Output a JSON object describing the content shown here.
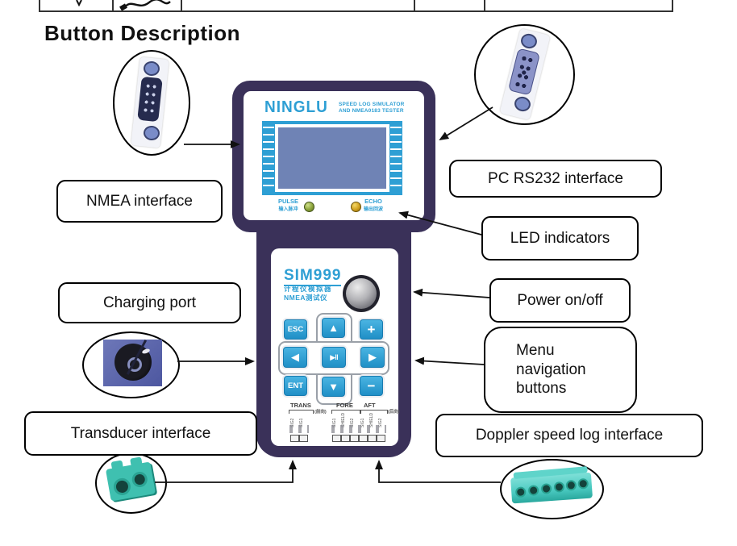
{
  "page": {
    "heading": "Button Description"
  },
  "device": {
    "brand": "NINGLU",
    "tagline_line1": "SPEED LOG SIMULATOR",
    "tagline_line2": "AND NMEA0183 TESTER",
    "model": "SIM999",
    "model_sub1": "计程仪模拟器",
    "model_sub2": "NMEA测试仪",
    "leds": {
      "pulse_label": "PULSE",
      "pulse_sub": "输入脉冲",
      "echo_label": "ECHO",
      "echo_sub": "输出回波"
    },
    "keys": {
      "esc": "ESC",
      "up": "▲",
      "plus": "+",
      "left": "◀",
      "play": "▶‖",
      "right": "▶",
      "ent": "ENT",
      "down": "▼",
      "minus": "−"
    },
    "terminals": {
      "trans": "TRANS",
      "fore": "FORE",
      "aft": "AFT",
      "fore_cn": "(前向)",
      "aft_cn": "(后向)",
      "trans_pins": [
        "SIG2",
        "SIG1"
      ],
      "fore_pins": [
        "SIG1",
        "SHIELD",
        "SIG2"
      ],
      "aft_pins": [
        "SIG1",
        "SHIELD",
        "SIG2"
      ]
    }
  },
  "callouts": {
    "nmea": "NMEA interface",
    "pc_rs232": "PC RS232 interface",
    "led": "LED indicators",
    "charging": "Charging port",
    "power": "Power on/off",
    "menu_line1": "Menu",
    "menu_line2": "navigation",
    "menu_line3": "buttons",
    "transducer": "Transducer interface",
    "doppler": "Doppler speed log interface"
  },
  "colors": {
    "device_navy": "#3a3159",
    "accent_blue": "#2e9fd4",
    "screen_slate": "#6f83b5",
    "connector_teal": "#3fc0b0",
    "led_green": "#8aa23a",
    "led_yellow": "#d0a020"
  }
}
